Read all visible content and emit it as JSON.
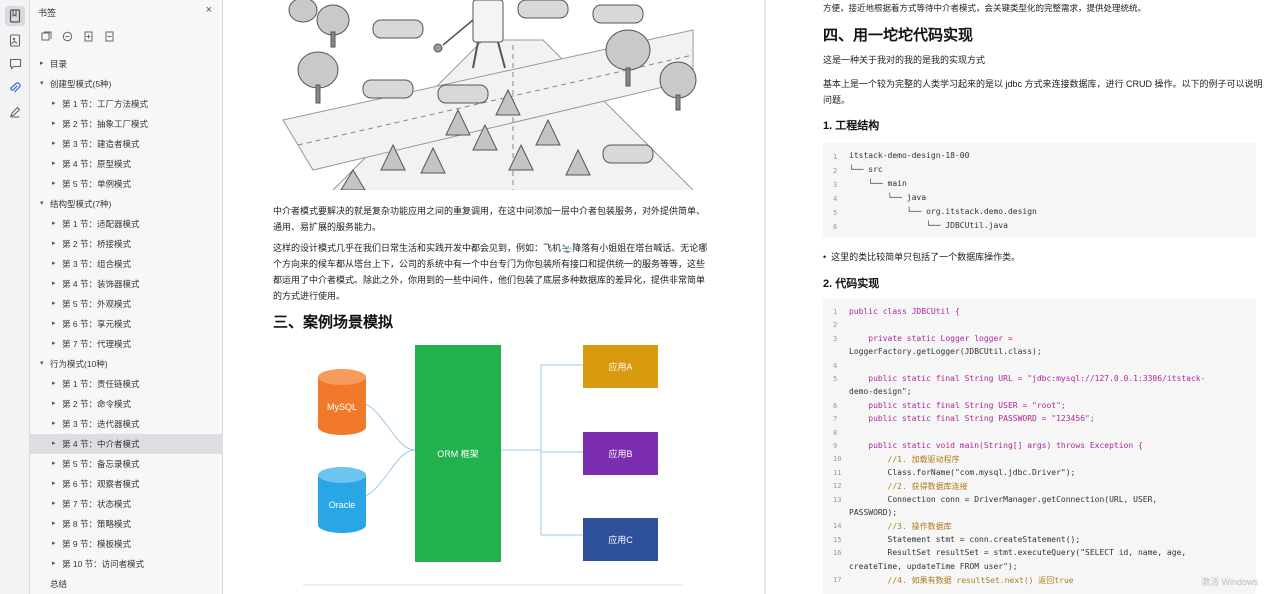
{
  "panel": {
    "title": "书签",
    "close": "×"
  },
  "outline": [
    {
      "label": "目录",
      "level": 0,
      "caret": "▸"
    },
    {
      "label": "创建型模式(5种)",
      "level": 0,
      "caret": "▾"
    },
    {
      "label": "第 1 节：工厂方法模式",
      "level": 1,
      "caret": "▸"
    },
    {
      "label": "第 2 节：抽象工厂模式",
      "level": 1,
      "caret": "▸"
    },
    {
      "label": "第 3 节：建造者模式",
      "level": 1,
      "caret": "▸"
    },
    {
      "label": "第 4 节：原型模式",
      "level": 1,
      "caret": "▸"
    },
    {
      "label": "第 5 节：单例模式",
      "level": 1,
      "caret": "▸"
    },
    {
      "label": "结构型模式(7种)",
      "level": 0,
      "caret": "▾"
    },
    {
      "label": "第 1 节：适配器模式",
      "level": 1,
      "caret": "▸"
    },
    {
      "label": "第 2 节：桥接模式",
      "level": 1,
      "caret": "▸"
    },
    {
      "label": "第 3 节：组合模式",
      "level": 1,
      "caret": "▸"
    },
    {
      "label": "第 4 节：装饰器模式",
      "level": 1,
      "caret": "▸"
    },
    {
      "label": "第 5 节：外观模式",
      "level": 1,
      "caret": "▸"
    },
    {
      "label": "第 6 节：享元模式",
      "level": 1,
      "caret": "▸"
    },
    {
      "label": "第 7 节：代理模式",
      "level": 1,
      "caret": "▸"
    },
    {
      "label": "行为模式(10种)",
      "level": 0,
      "caret": "▾"
    },
    {
      "label": "第 1 节：责任链模式",
      "level": 1,
      "caret": "▸"
    },
    {
      "label": "第 2 节：命令模式",
      "level": 1,
      "caret": "▸"
    },
    {
      "label": "第 3 节：迭代器模式",
      "level": 1,
      "caret": "▸"
    },
    {
      "label": "第 4 节：中介者模式",
      "level": 1,
      "caret": "▸",
      "selected": true
    },
    {
      "label": "第 5 节：备忘录模式",
      "level": 1,
      "caret": "▸"
    },
    {
      "label": "第 6 节：观察者模式",
      "level": 1,
      "caret": "▸"
    },
    {
      "label": "第 7 节：状态模式",
      "level": 1,
      "caret": "▸"
    },
    {
      "label": "第 8 节：策略模式",
      "level": 1,
      "caret": "▸"
    },
    {
      "label": "第 9 节：模板模式",
      "level": 1,
      "caret": "▸"
    },
    {
      "label": "第 10 节：访问者模式",
      "level": 1,
      "caret": "▸"
    },
    {
      "label": "总结",
      "level": 0,
      "caret": ""
    }
  ],
  "left_page": {
    "para1": "中介者模式要解决的就是复杂功能应用之间的重复调用，在这中间添加一层中介者包装服务，对外提供简单、通用、易扩展的服务能力。",
    "para2": "这样的设计模式几乎在我们日常生活和实践开发中都会见到，例如：飞机🛬降落有小姐姐在塔台喊话、无论哪个方向来的候车都从塔台上下，公司的系统中有一个中台专门为你包装所有接口和提供统一的服务等等，这些都运用了中介者模式。除此之外，你用到的一些中间件，他们包装了底层多种数据库的差异化，提供非常简单的方式进行使用。",
    "section3": "三、案例场景模拟",
    "diagram": {
      "db1": "MySQL",
      "db2": "Oracle",
      "center": "ORM 框架",
      "app_a": "应用A",
      "app_b": "应用B",
      "app_c": "应用C"
    }
  },
  "right_page": {
    "top_line": "方便，接近地根据着方式等待中介者模式，会关键类型化的完整需求，提供处理统统。",
    "section4": "四、用一坨坨代码实现",
    "sub1": "这是一种关于我对的我的是我的实现方式",
    "para": "基本上是一个较为完整的人类学习起来的是以 jdbc 方式来连接数据库，进行 CRUD 操作。以下的例子可以说明问题。",
    "h_structure": "1. 工程结构",
    "tree": [
      "itstack-demo-design-18-00",
      "└── src",
      "    └── main",
      "        └── java",
      "            └── org.itstack.demo.design",
      "                └── JDBCUtil.java"
    ],
    "bullet": "这里的类比较简单只包括了一个数据库操作类。",
    "h_impl": "2. 代码实现",
    "code": [
      {
        "n": "1",
        "t": "public class JDBCUtil {"
      },
      {
        "n": "2",
        "t": ""
      },
      {
        "n": "3",
        "t": "    private static Logger logger ="
      },
      {
        "n": "",
        "t": "LoggerFactory.getLogger(JDBCUtil.class);"
      },
      {
        "n": "4",
        "t": ""
      },
      {
        "n": "5",
        "t": "    public static final String URL = \"jdbc:mysql://127.0.0.1:3306/itstack-"
      },
      {
        "n": "",
        "t": "demo-design\";"
      },
      {
        "n": "6",
        "t": "    public static final String USER = \"root\";"
      },
      {
        "n": "7",
        "t": "    public static final String PASSWORD = \"123456\";"
      },
      {
        "n": "8",
        "t": ""
      },
      {
        "n": "9",
        "t": "    public static void main(String[] args) throws Exception {"
      },
      {
        "n": "10",
        "t": "        //1. 加载驱动程序"
      },
      {
        "n": "11",
        "t": "        Class.forName(\"com.mysql.jdbc.Driver\");"
      },
      {
        "n": "12",
        "t": "        //2. 获得数据库连接"
      },
      {
        "n": "13",
        "t": "        Connection conn = DriverManager.getConnection(URL, USER,"
      },
      {
        "n": "",
        "t": "PASSWORD);"
      },
      {
        "n": "14",
        "t": "        //3. 操作数据库"
      },
      {
        "n": "15",
        "t": "        Statement stmt = conn.createStatement();"
      },
      {
        "n": "16",
        "t": "        ResultSet resultSet = stmt.executeQuery(\"SELECT id, name, age,"
      },
      {
        "n": "",
        "t": "createTime, updateTime FROM user\");"
      },
      {
        "n": "17",
        "t": "        //4. 如果有数据 resultSet.next() 返回true"
      }
    ],
    "watermark": "激活 Windows"
  },
  "colors": {
    "mysql": "#f07a2a",
    "oracle": "#2aa5e6",
    "orm": "#22b14c",
    "app_a": "#d89a0e",
    "app_b": "#7b2fb0",
    "app_c": "#2e4f9a",
    "keyword": "#b0269c",
    "string": "#1a8a1a",
    "comment": "#b07a1a"
  }
}
